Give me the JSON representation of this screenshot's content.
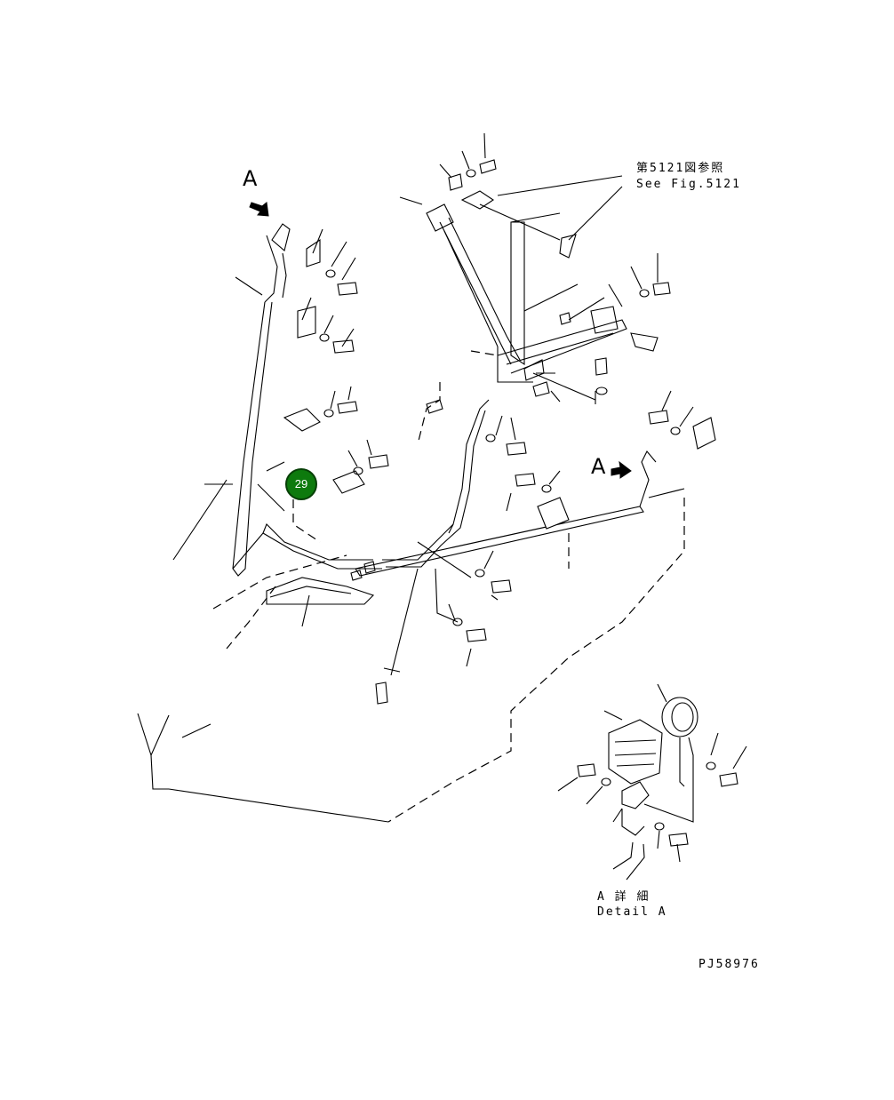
{
  "labels": {
    "ref_jp": "第5121図参照",
    "ref_en": "See Fig.5121",
    "view_a_top": "A",
    "view_a_right": "A",
    "detail_jp": "A 詳 細",
    "detail_en": "Detail A",
    "drawing_no": "PJ58976"
  },
  "callout": {
    "number": "29",
    "color": "#0d7a0d"
  }
}
